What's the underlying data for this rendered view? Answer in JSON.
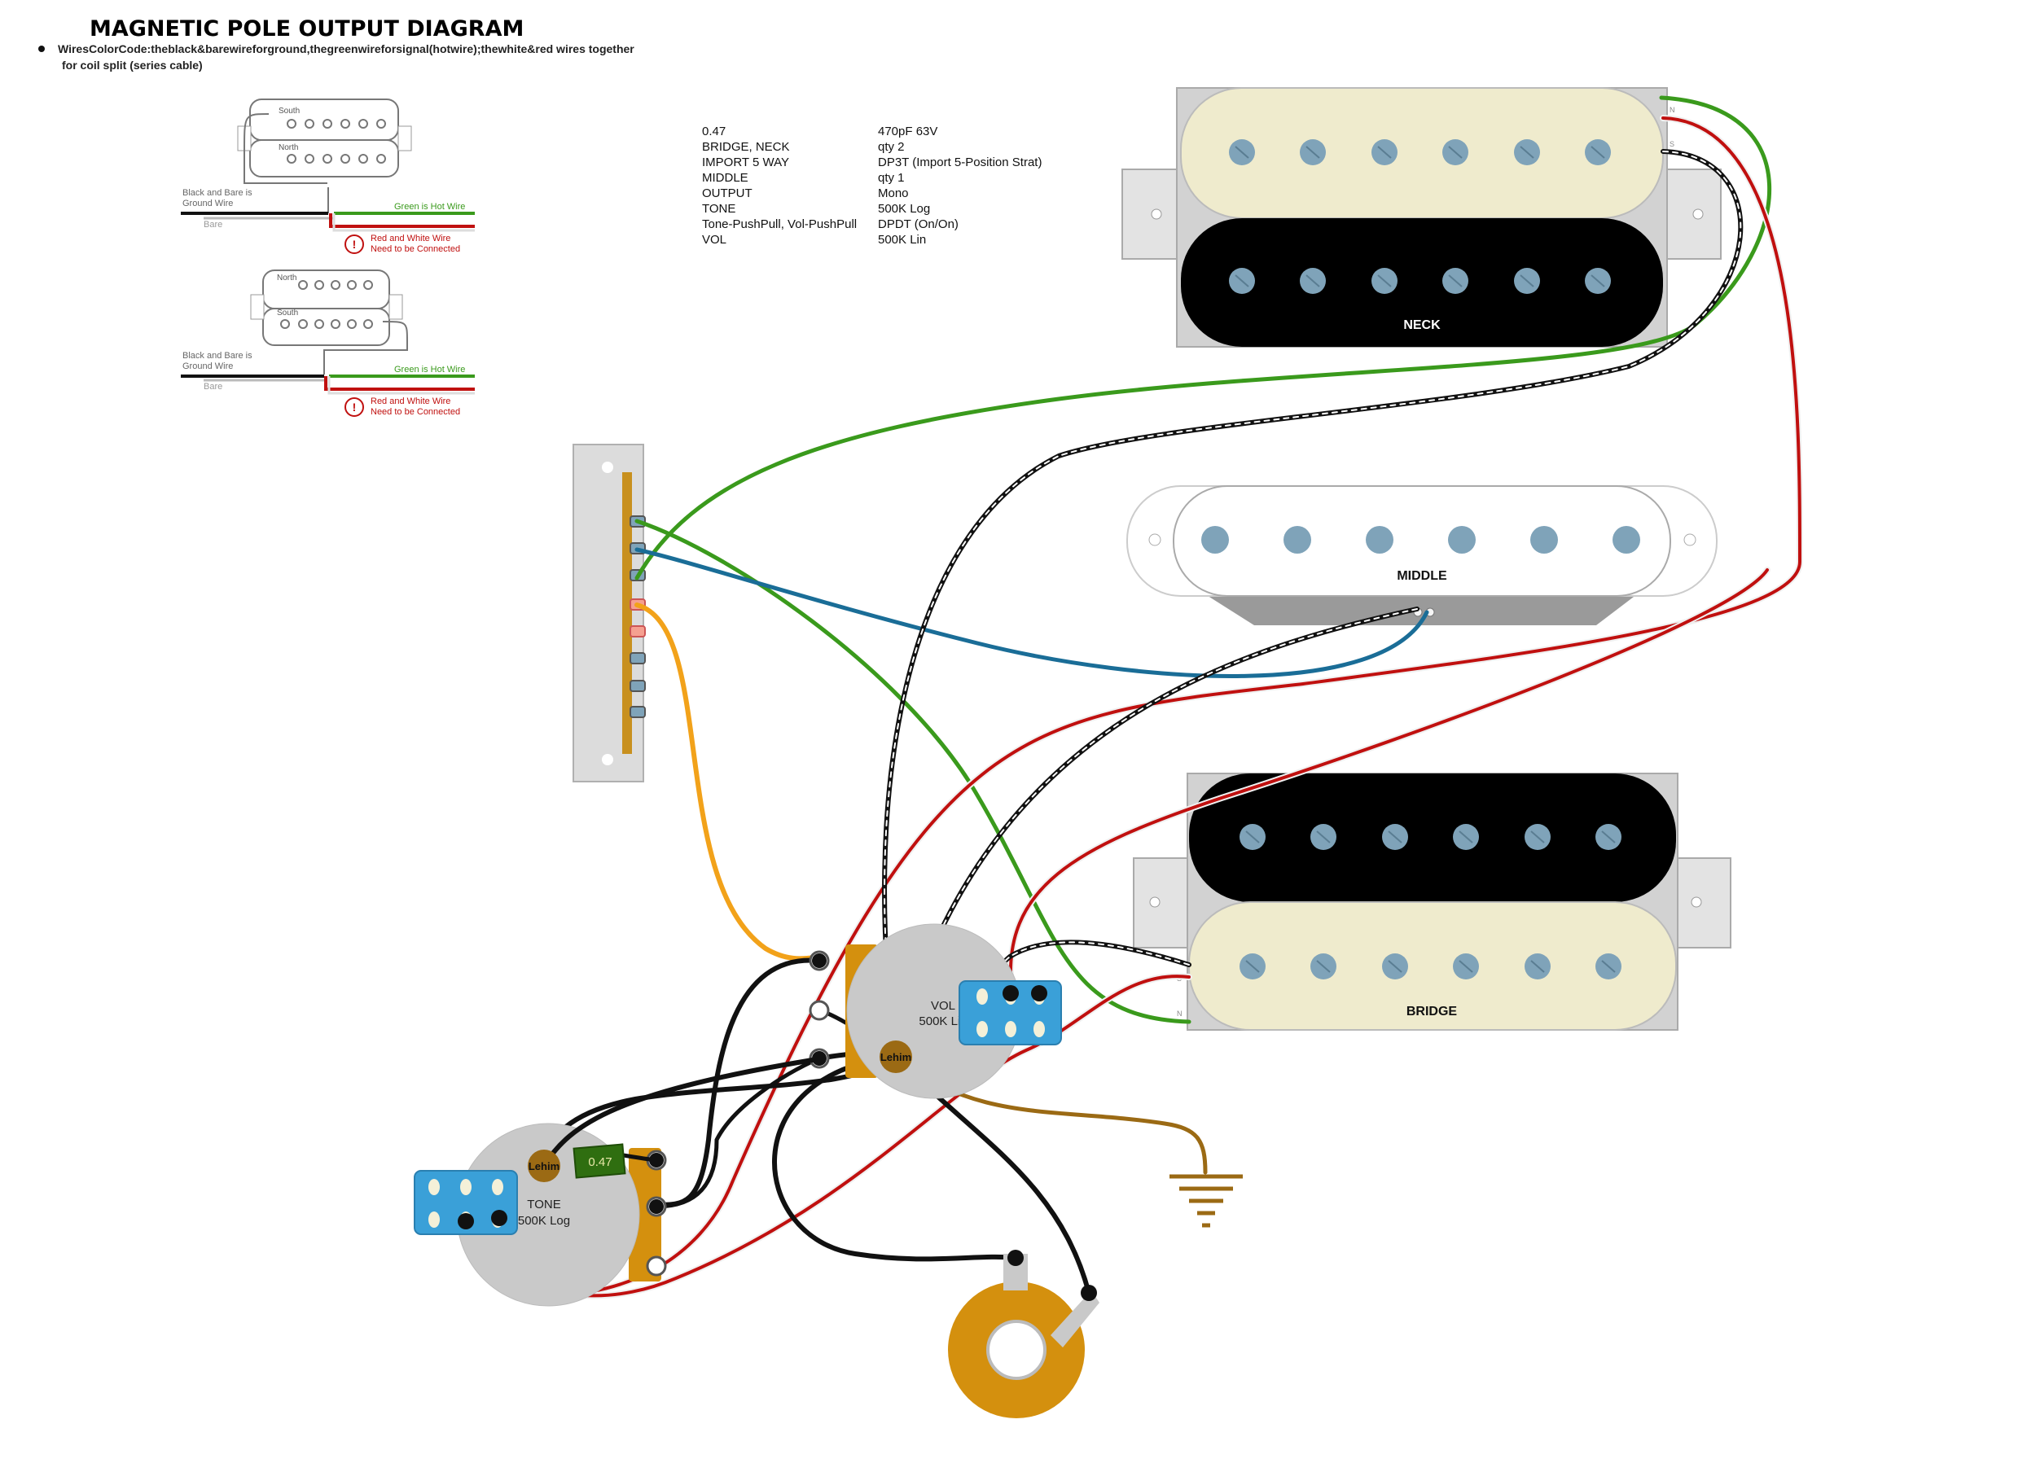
{
  "title": "MAGNETIC POLE OUTPUT DIAGRAM",
  "bullet": "WiresColorCode:theblack&barewireforground,thegreenwireforsignal(hotwire);thewhite&red wires together",
  "bullet_line2": "for coil split (series cable)",
  "legend": {
    "top": {
      "coil_a": "South",
      "coil_b": "North",
      "ground_label_1": "Black and Bare is",
      "ground_label_2": "Ground Wire",
      "bare": "Bare",
      "hot": "Green is Hot Wire",
      "warn_1": "Red and White Wire",
      "warn_2": "Need to be Connected"
    },
    "bottom": {
      "coil_a": "North",
      "coil_b": "South",
      "ground_label_1": "Black and Bare is",
      "ground_label_2": "Ground Wire",
      "bare": "Bare",
      "hot": "Green is Hot Wire",
      "warn_1": "Red and White Wire",
      "warn_2": "Need to be Connected"
    }
  },
  "parts_list": [
    {
      "name": "0.47",
      "value": "470pF 63V"
    },
    {
      "name": "BRIDGE, NECK",
      "value": "qty 2"
    },
    {
      "name": "IMPORT 5 WAY",
      "value": "DP3T (Import 5-Position Strat)"
    },
    {
      "name": "MIDDLE",
      "value": "qty 1"
    },
    {
      "name": "OUTPUT",
      "value": "Mono"
    },
    {
      "name": "TONE",
      "value": "500K Log"
    },
    {
      "name": "Tone-PushPull, Vol-PushPull",
      "value": "DPDT (On/On)"
    },
    {
      "name": "VOL",
      "value": "500K Lin"
    }
  ],
  "pickups": {
    "neck": "NECK",
    "middle": "MIDDLE",
    "bridge": "BRIDGE"
  },
  "pots": {
    "vol_line1": "VOL",
    "vol_line2": "500K Lin",
    "tone_line1": "TONE",
    "tone_line2": "500K Log",
    "solder": "Lehim"
  },
  "capacitor": "0.47",
  "pin_letters": {
    "n": "N",
    "s": "S"
  },
  "colors": {
    "ground": "#111111",
    "hot": "#3a9a1c",
    "red": "#c0100f",
    "blue": "#1a6d97",
    "orange": "#f2a21a",
    "brown": "#9b6a14",
    "cream": "#efebcd",
    "pole": "#7fa3b9",
    "switch_blue": "#3aa0d8",
    "jack": "#d4900e"
  }
}
